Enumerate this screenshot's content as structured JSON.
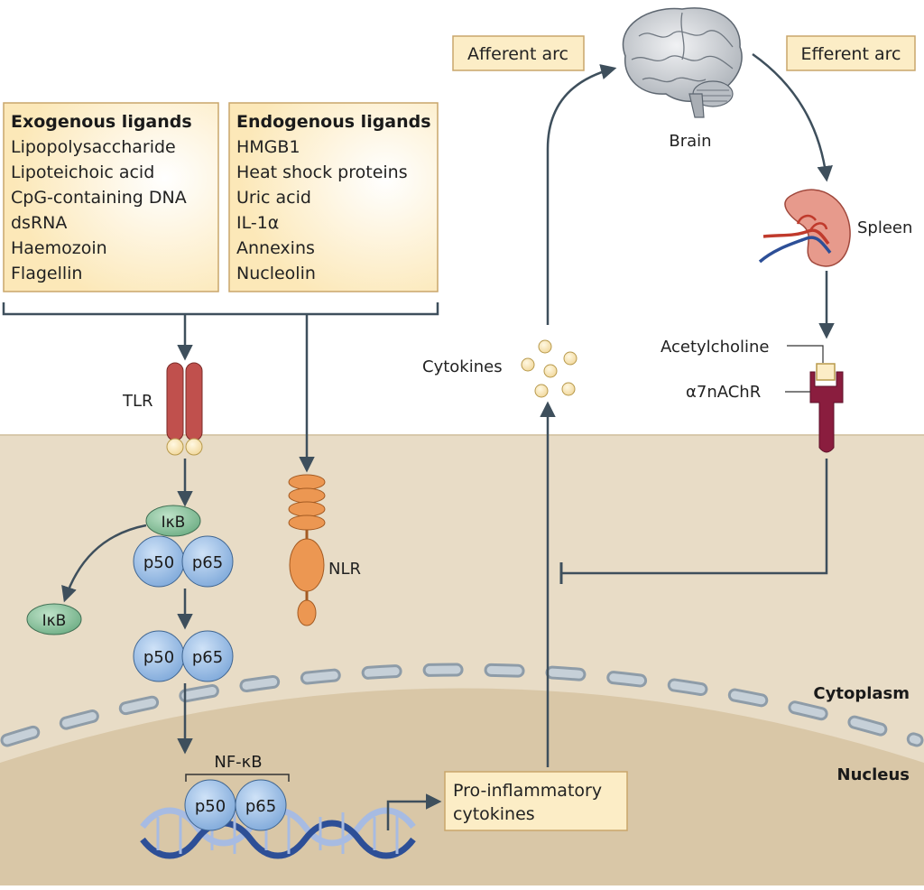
{
  "ligands": {
    "exogenous": {
      "title": "Exogenous ligands",
      "items": [
        "Lipopolysaccharide",
        "Lipoteichoic acid",
        "CpG-containing DNA",
        "dsRNA",
        "Haemozoin",
        "Flagellin"
      ]
    },
    "endogenous": {
      "title": "Endogenous ligands",
      "items": [
        "HMGB1",
        "Heat shock proteins",
        "Uric acid",
        "IL-1α",
        "Annexins",
        "Nucleolin"
      ]
    }
  },
  "receptors": {
    "tlr": "TLR",
    "nlr": "NLR"
  },
  "proteins": {
    "ikb": "IκB",
    "p50": "p50",
    "p65": "p65",
    "nfkb": "NF-κB"
  },
  "compartments": {
    "cytoplasm": "Cytoplasm",
    "nucleus": "Nucleus"
  },
  "reflex": {
    "afferent": "Afferent arc",
    "efferent": "Efferent arc",
    "brain": "Brain",
    "spleen": "Spleen",
    "acetylcholine": "Acetylcholine",
    "receptor": "α7nAChR",
    "cytokines": "Cytokines"
  },
  "output": {
    "line1": "Pro-inflammatory",
    "line2": "cytokines"
  },
  "colors": {
    "box_fill": "#fcedc6",
    "box_border": "#c9a66b",
    "cytoplasm": "#e8dcc6",
    "nucleus": "#d9c7a7",
    "arrow": "#3e4f5c",
    "tlr": "#c0504d",
    "nlr": "#ec9752",
    "subunit": "#9fc3ea",
    "ikb": "#8fc8a2",
    "receptor": "#8a1d3e",
    "spleen": "#e79a8c",
    "dna_dark": "#2d4f97",
    "dna_light": "#a7bbe2",
    "pore": "#a9b6c0"
  }
}
